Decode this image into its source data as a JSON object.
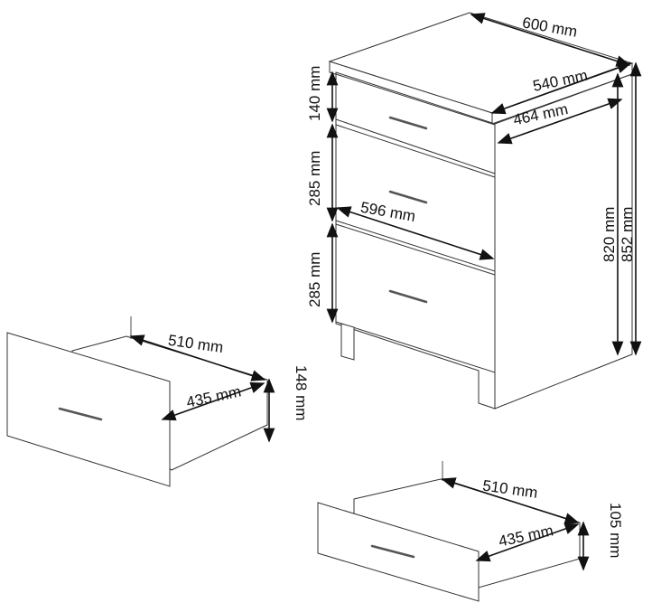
{
  "cabinet": {
    "width_label": "600 mm",
    "depth_label": "540 mm",
    "inner_depth_label": "464 mm",
    "top_drawer_height_label": "140 mm",
    "middle_drawer_height_label": "285 mm",
    "bottom_drawer_height_label": "285 mm",
    "front_width_label": "596 mm",
    "body_height_label": "820 mm",
    "total_height_label": "852 mm"
  },
  "large_drawer": {
    "depth_label": "510 mm",
    "inner_width_label": "435 mm",
    "height_label": "148 mm"
  },
  "small_drawer": {
    "depth_label": "510 mm",
    "inner_width_label": "435 mm",
    "height_label": "105 mm"
  }
}
